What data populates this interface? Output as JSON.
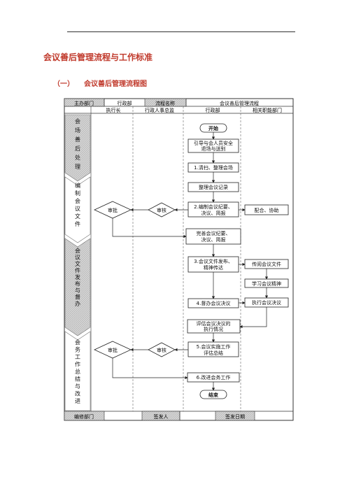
{
  "document": {
    "title": "会议善后管理流程与工作标准",
    "section_number": "（一）",
    "section_title": "会议善后管理流程图"
  },
  "header": {
    "owner_label": "主办部门",
    "owner_value": "行政部",
    "process_name_label": "流程名称",
    "process_name_value": "会议善后管理流程"
  },
  "columns": [
    "执行长",
    "行政人事总监",
    "行政部",
    "相关职能部门"
  ],
  "phases": [
    "会场善后处理",
    "编制会议文件",
    "会议文件发布与督办",
    "会务工作总结与改进"
  ],
  "nodes": {
    "start": "开始",
    "guide": [
      "引导与会人员安全",
      "退场与送别"
    ],
    "clean": "1.清扫、整理会场",
    "records": "整理会议记录",
    "draft": [
      "2.编制会议纪要、",
      "决议、简报"
    ],
    "review1": "审核",
    "approve1": "审批",
    "cooperate": "配合、协助",
    "finalize": [
      "完善会议纪要、",
      "决议、简报"
    ],
    "publish": [
      "3.会议文件发布、",
      "精神传达"
    ],
    "read_docs": "传阅会议文件",
    "study": "学习会议精神",
    "supervise": "4.督办会议决议",
    "execute": "执行会议决议",
    "evaluate": [
      "评估会议决议的",
      "执行情况"
    ],
    "summary": [
      "5.会议实施工作",
      "评估总结"
    ],
    "review2": "审核",
    "approve2": "审批",
    "improve": "6.改进会务工作",
    "end": "结束"
  },
  "footer": {
    "dept_label": "编修部门",
    "signer_label": "签发人",
    "date_label": "签发日期"
  }
}
